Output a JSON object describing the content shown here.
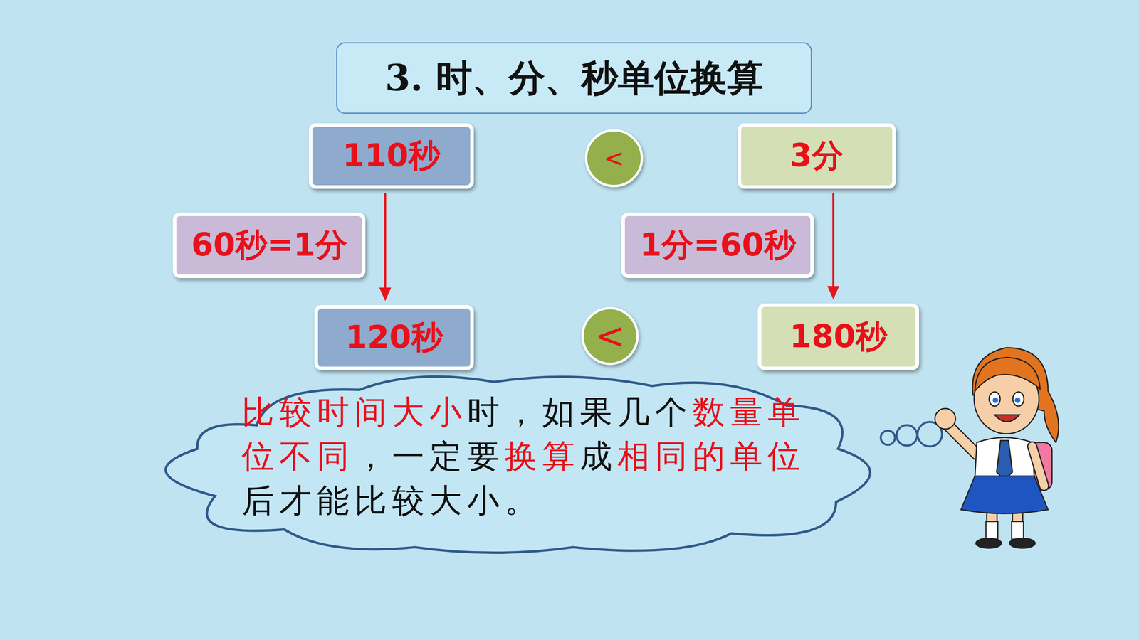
{
  "diagram": {
    "title": "3. 时、分、秒单位换算",
    "nodes": [
      {
        "text": [
          "110秒"
        ]
      },
      {
        "text": [
          "<"
        ]
      },
      {
        "text": [
          "3分"
        ]
      },
      {
        "text": [
          "60秒=1分"
        ]
      },
      {
        "text": [
          "1分=60秒"
        ]
      },
      {
        "text": [
          "120秒"
        ]
      },
      {
        "text": [
          "<"
        ]
      },
      {
        "text": [
          "180秒"
        ]
      },
      {
        "text": [
          "比较时间大小时，如果几个数量单位不同，一定要换算成相同的单位后才能比较大小。"
        ]
      }
    ],
    "edges": [
      {
        "from": 0,
        "to": 5,
        "arrow": "to"
      },
      {
        "from": 2,
        "to": 7,
        "arrow": "to"
      }
    ]
  }
}
